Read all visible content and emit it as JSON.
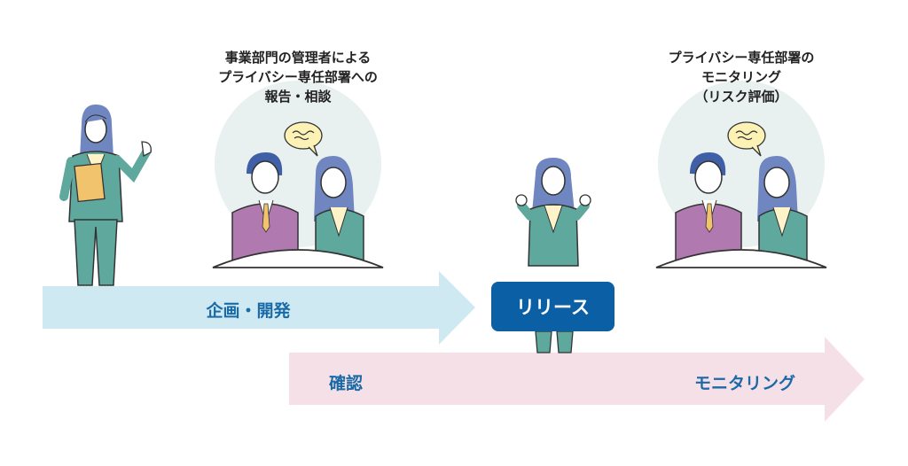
{
  "captions": {
    "meeting": [
      "事業部門の管理者による",
      "プライバシー専任部署への",
      "報告・相談"
    ],
    "monitoring": [
      "プライバシー専任部署の",
      "モニタリング",
      "（リスク評価）"
    ]
  },
  "arrows": {
    "plan": "企画・開発",
    "release": "リリース",
    "check": "確認",
    "monitor": "モニタリング"
  },
  "colors": {
    "arrow_blue": "#cfe9f2",
    "arrow_pink": "#f6e0e8",
    "release_box": "#0b5fa5",
    "label_blue": "#1a6aa8",
    "suit_green": "#5fa89e",
    "suit_purple": "#b07ab1",
    "hair_blue": "#6f86c1",
    "bubble_yellow": "#fdf2b5",
    "circle_bg": "#e9f1f0"
  }
}
